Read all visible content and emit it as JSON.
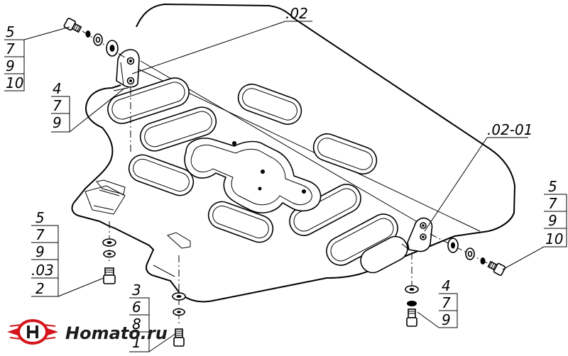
{
  "diagram": {
    "part_labels": {
      "main_plate": ".02",
      "bracket_right": ".02-01"
    },
    "callouts": {
      "top_left_bolt": [
        "5",
        "7",
        "9",
        "10"
      ],
      "left_bracket": [
        "4",
        "7",
        "9"
      ],
      "bottom_left_bolt": [
        "5",
        "7",
        "9",
        ".03",
        "2"
      ],
      "bottom_center_bolt": [
        "3",
        "6",
        "8",
        "1"
      ],
      "right_bolt": [
        "5",
        "7",
        "9",
        "10"
      ],
      "bottom_right_bolt": [
        "4",
        "7",
        "9"
      ]
    }
  },
  "watermark": {
    "text": "Homato.ru",
    "colors": {
      "red": "#d4151b",
      "dark": "#1c1c1c"
    }
  }
}
